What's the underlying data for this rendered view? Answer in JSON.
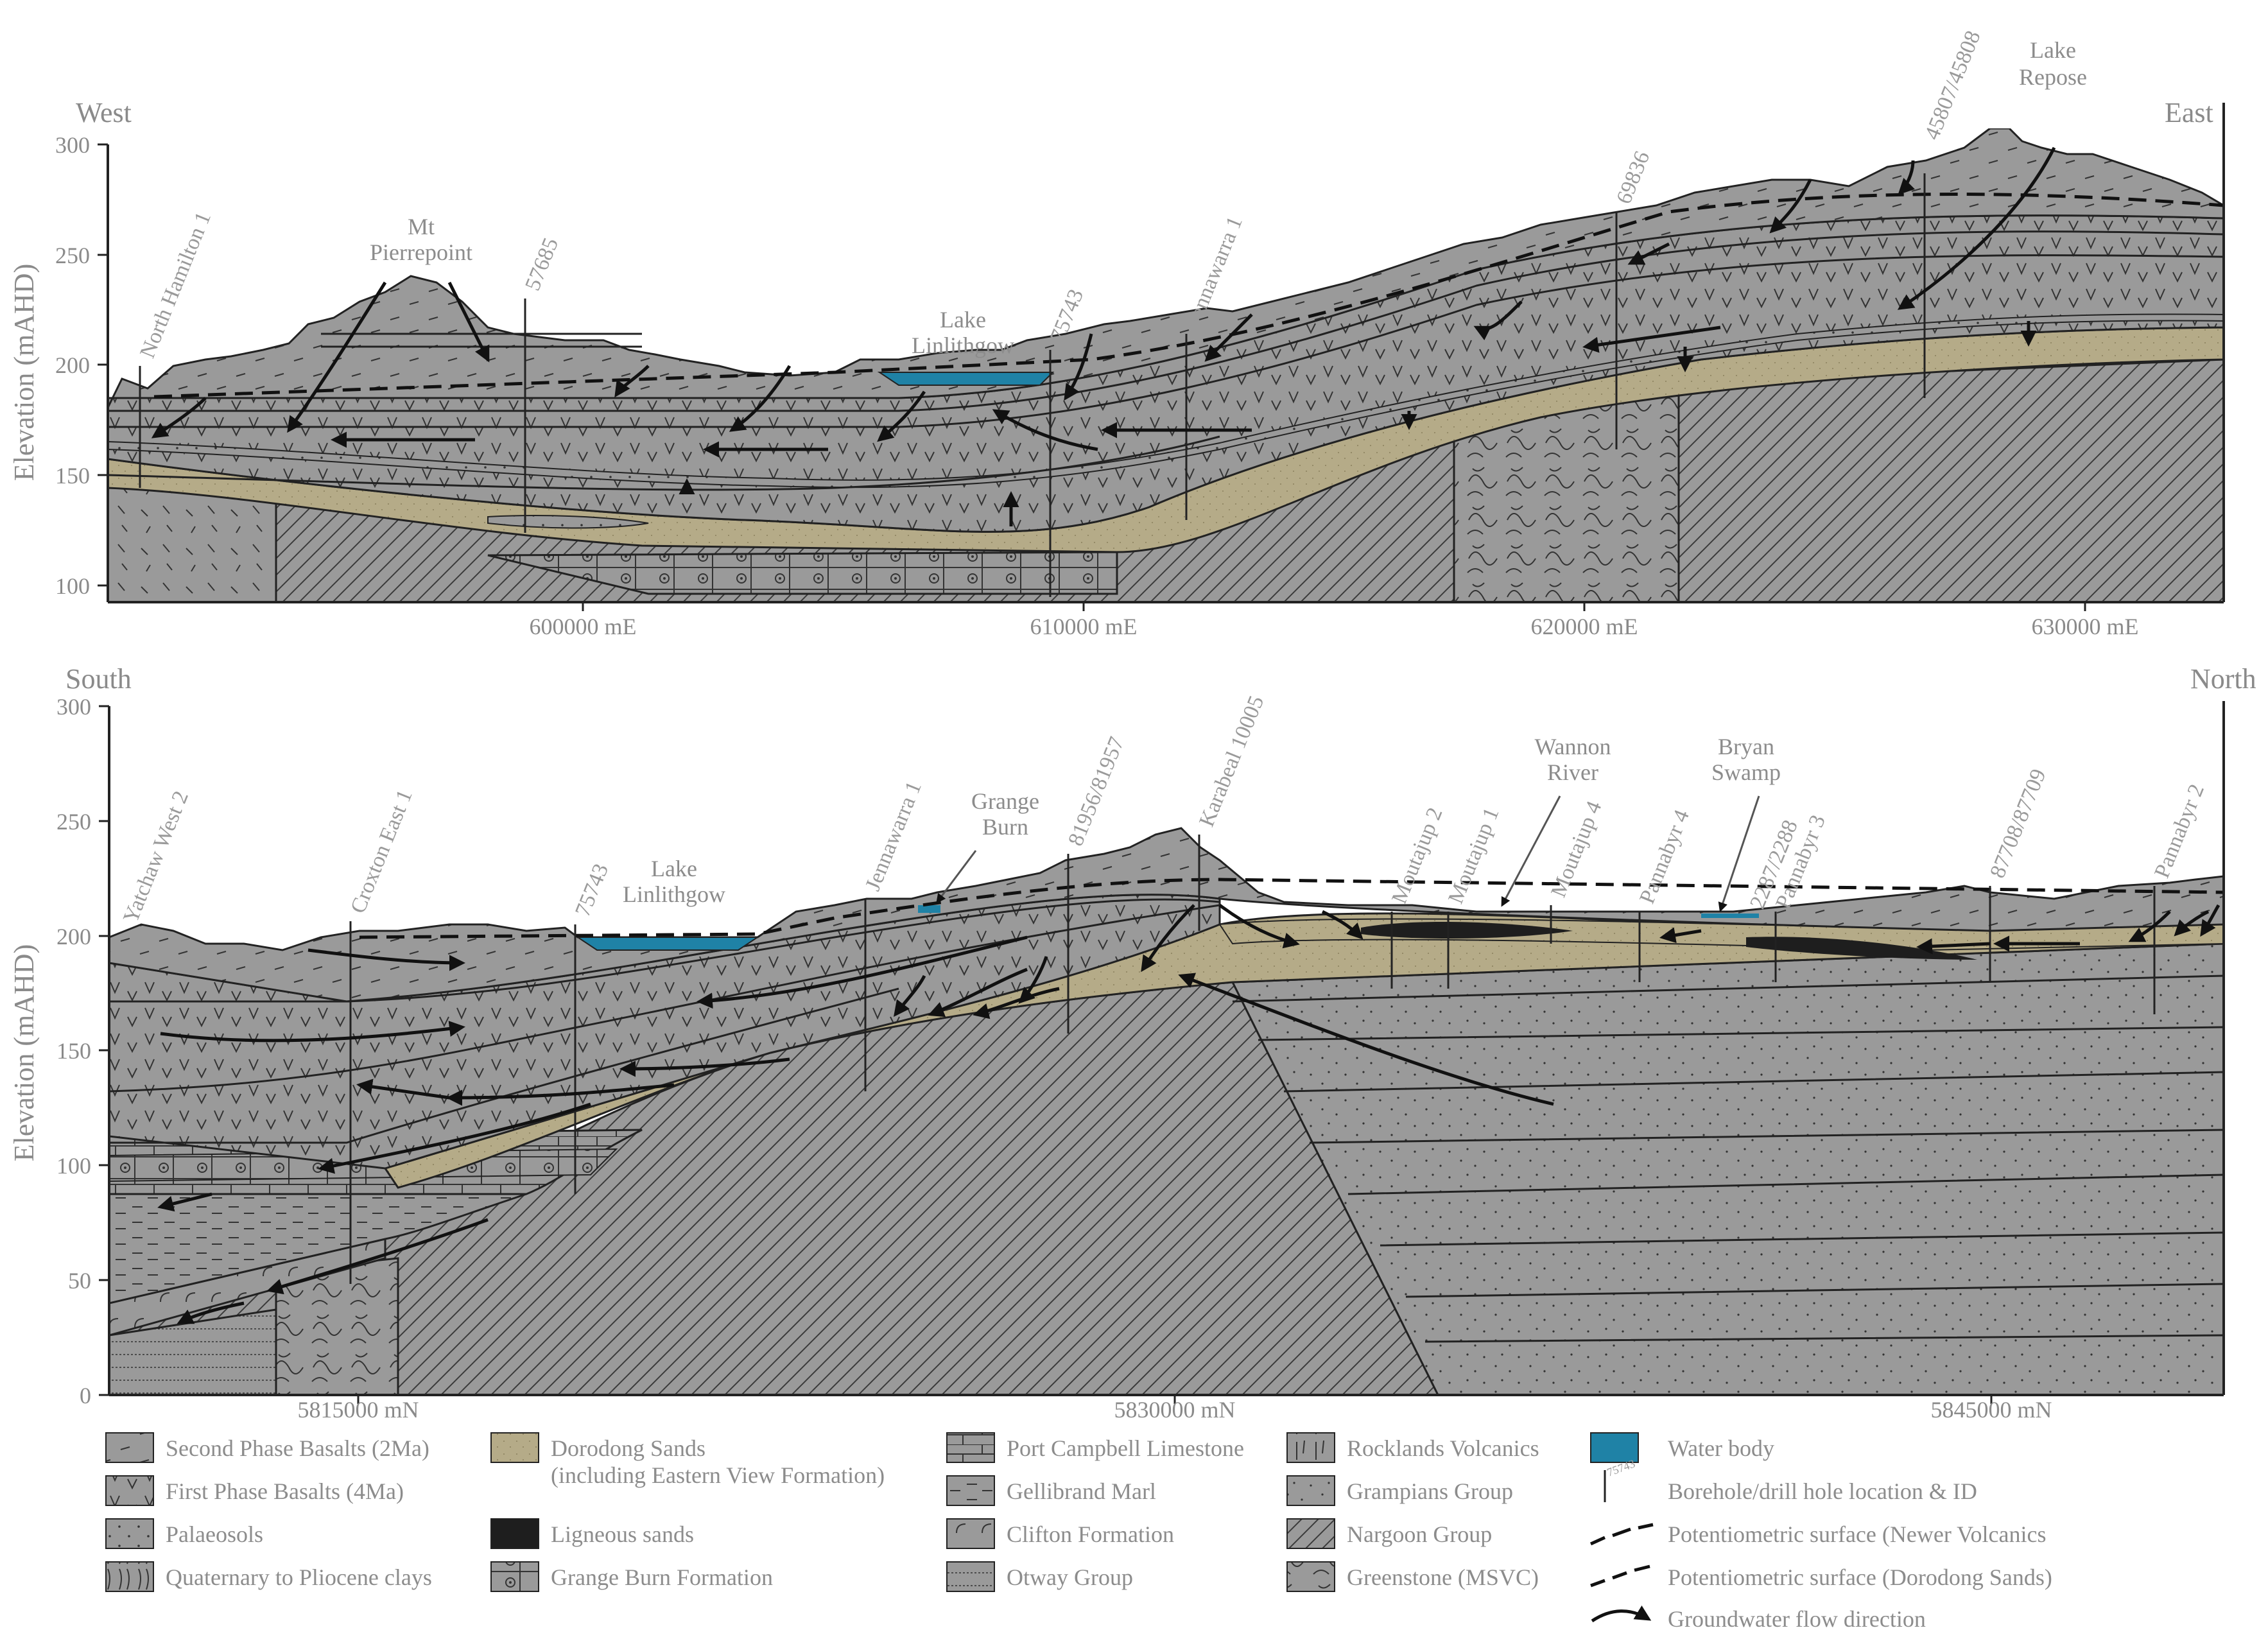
{
  "top_panel": {
    "left_label": "West",
    "right_label": "East",
    "ylabel": "Elevation (mAHD)",
    "y_ticks": [
      "300",
      "250",
      "200",
      "150",
      "100"
    ],
    "x_ticks": [
      "600000 mE",
      "610000 mE",
      "620000 mE",
      "630000 mE"
    ],
    "boreholes": [
      "North Hamilton 1",
      "57685",
      "75743",
      "Jennawarra 1",
      "69836",
      "45807/45808"
    ],
    "features": {
      "mt": [
        "Mt",
        "Pierrepoint"
      ],
      "lake_linlithgow": [
        "Lake",
        "Linlithgow"
      ],
      "lake_repose": [
        "Lake",
        "Repose"
      ]
    }
  },
  "bottom_panel": {
    "left_label": "South",
    "right_label": "North",
    "ylabel": "Elevation (mAHD)",
    "y_ticks": [
      "300",
      "250",
      "200",
      "150",
      "100",
      "50",
      "0"
    ],
    "x_ticks": [
      "5815000 mN",
      "5830000 mN",
      "5845000 mN"
    ],
    "boreholes": [
      "Yatchaw West 2",
      "Croxton East 1",
      "75743",
      "Jennawarra 1",
      "81956/81957",
      "Karabeal 10005",
      "Moutajup 2",
      "Moutajup 1",
      "Moutajup 4",
      "Pannabyr 4",
      "2287/2288",
      "Pannabyr 3",
      "87708/87709",
      "Pannabyr 2"
    ],
    "features": {
      "lake_linlithgow": [
        "Lake",
        "Linlithgow"
      ],
      "grange_burn": [
        "Grange",
        "Burn"
      ],
      "wannon_river": [
        "Wannon",
        "River"
      ],
      "bryan_swamp": [
        "Bryan",
        "Swamp"
      ]
    }
  },
  "legend": {
    "col1": [
      "Second Phase Basalts (2Ma)",
      "First Phase Basalts (4Ma)",
      "Palaeosols",
      "Quaternary to Pliocene clays"
    ],
    "col2": [
      "Dorodong Sands",
      "(including Eastern View Formation)",
      "Ligneous sands",
      "Grange Burn Formation"
    ],
    "col3": [
      "Port Campbell Limestone",
      "Gellibrand Marl",
      "Clifton Formation",
      "Otway Group"
    ],
    "col4": [
      "Rocklands Volcanics",
      "Grampians Group",
      "Nargoon Group",
      "Greenstone (MSVC)"
    ],
    "col5": [
      "Water body",
      "Borehole/drill hole location & ID",
      "Potentiometric surface (Newer Volcanics",
      "Potentiometric surface (Dorodong Sands)",
      "Groundwater flow direction"
    ],
    "borehole_sample_id": "75743"
  },
  "colors": {
    "rock": "#9a9a9a",
    "sand": "#b5ab88",
    "water": "#1f82a6",
    "ligneous": "#1e1e1e",
    "label_grey": "#8c8c8c"
  }
}
